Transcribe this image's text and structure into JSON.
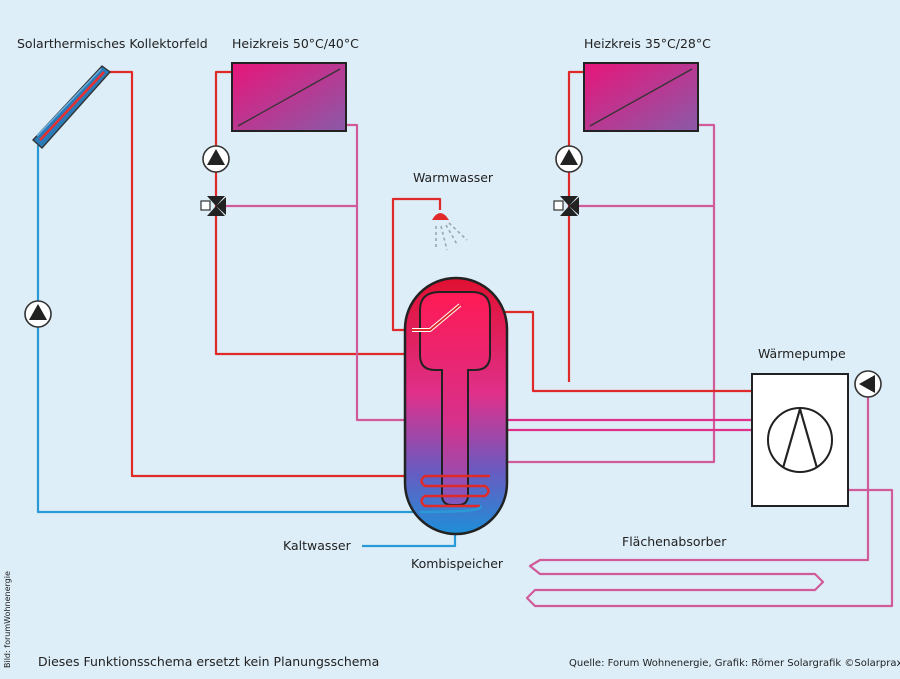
{
  "labels": {
    "collector": "Solarthermisches Kollektorfeld",
    "heating_circuit_1": "Heizkreis 50°C/40°C",
    "heating_circuit_2": "Heizkreis 35°C/28°C",
    "hot_water": "Warmwasser",
    "heat_pump": "Wärmepumpe",
    "cold_water": "Kaltwasser",
    "combi_tank": "Kombispeicher",
    "ground_absorber": "Flächenabsorber",
    "disclaimer": "Dieses Funktionsschema ersetzt kein Planungsschema",
    "source": "Quelle: Forum Wohnenergie, Grafik: Römer Solargrafik   ©Solarpraxis AG",
    "image_credit": "Bild: forumWohnenergie"
  },
  "colors": {
    "background": "#ddeef8",
    "supply_hot": "#e02a2a",
    "return_cold": "#2a9ad6",
    "return_warm": "#d05a9a",
    "radiator": "#d01a7a"
  },
  "icons": [
    "pump-icon",
    "three-way-valve-icon",
    "shower-head-icon",
    "compressor-icon"
  ]
}
